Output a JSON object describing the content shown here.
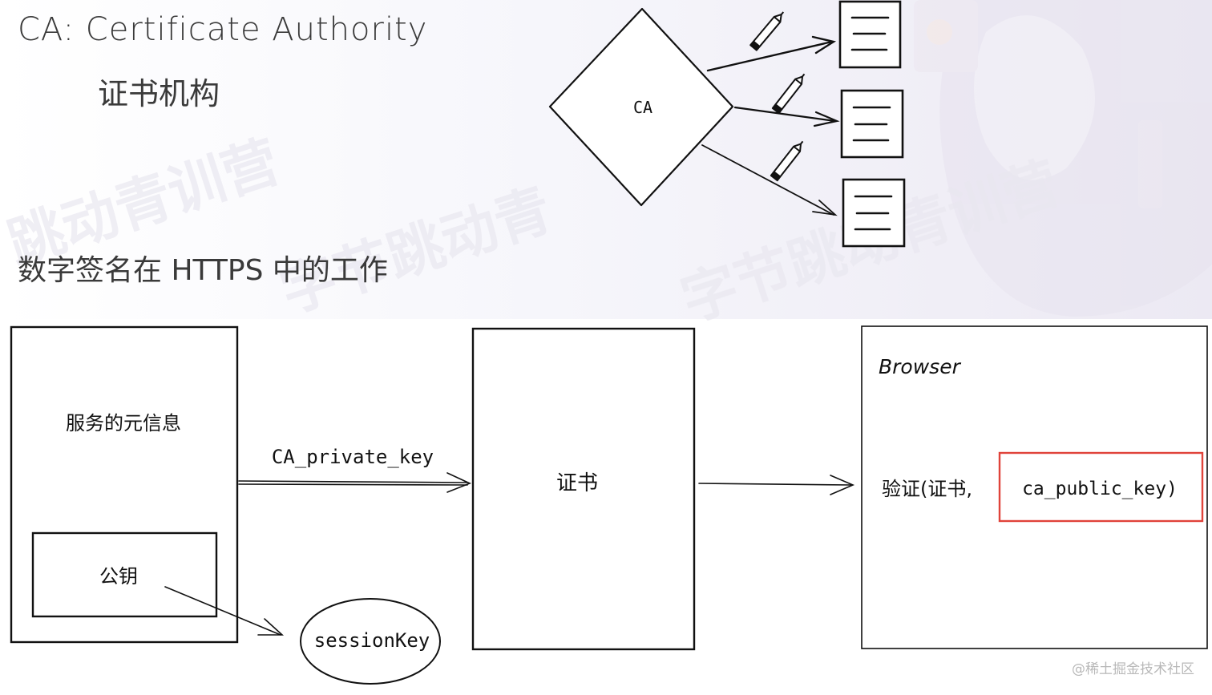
{
  "header": {
    "title": "CA: Certificate Authority",
    "subtitle": "证书机构"
  },
  "ca_diagram": {
    "ca_label": "CA"
  },
  "section": {
    "title": "数字签名在 HTTPS 中的工作"
  },
  "flow": {
    "server_box_label": "服务的元信息",
    "public_key_label": "公钥",
    "session_key_label": "sessionKey",
    "sign_arrow_label": "CA_private_key",
    "certificate_label": "证书",
    "browser_label": "Browser",
    "verify_prefix": "验证(证书,",
    "verify_key": "ca_public_key)"
  },
  "watermark": {
    "text": "@稀土掘金技术社区"
  },
  "colors": {
    "highlight": "#e0433a",
    "stroke": "#111111",
    "text": "#3a3a3a"
  }
}
